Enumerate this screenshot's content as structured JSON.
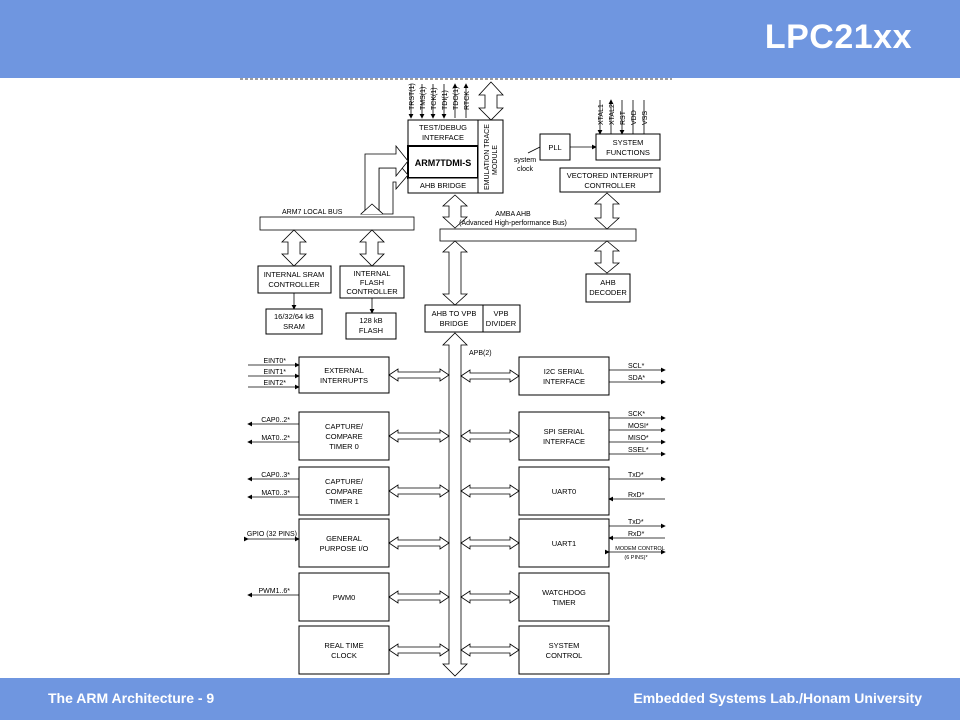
{
  "slide": {
    "title": "LPC21xx",
    "footer_left": "The ARM Architecture - 9",
    "footer_right": "Embedded Systems Lab./Honam University"
  },
  "diagram": {
    "jtag_pins": [
      "TRST(1)",
      "TMS(1)",
      "TCK(1)",
      "TDI(1)",
      "TDO(1)",
      "RTCK"
    ],
    "sys_pins": [
      "XTAL1",
      "XTAL2",
      "RST",
      "VDD",
      "VSS"
    ],
    "test_debug": [
      "TEST/DEBUG",
      "INTERFACE"
    ],
    "cpu": "ARM7TDMI-S",
    "ahb_bridge": "AHB BRIDGE",
    "etm": [
      "EMULATION TRACE",
      "MODULE"
    ],
    "pll": "PLL",
    "system_clock": [
      "system",
      "clock"
    ],
    "system_functions": [
      "SYSTEM",
      "FUNCTIONS"
    ],
    "vic": [
      "VECTORED INTERRUPT",
      "CONTROLLER"
    ],
    "arm7_local_bus": "ARM7 LOCAL BUS",
    "amba_ahb": [
      "AMBA AHB",
      "(Advanced High-performance Bus)"
    ],
    "sram_ctrl": [
      "INTERNAL SRAM",
      "CONTROLLER"
    ],
    "flash_ctrl": [
      "INTERNAL",
      "FLASH",
      "CONTROLLER"
    ],
    "ahb_decoder": [
      "AHB",
      "DECODER"
    ],
    "sram": [
      "16/32/64 kB",
      "SRAM"
    ],
    "flash": [
      "128 kB",
      "FLASH"
    ],
    "ahb_vpb_bridge": [
      "AHB TO VPB",
      "BRIDGE"
    ],
    "vpb_divider": [
      "VPB",
      "DIVIDER"
    ],
    "apb": "APB(2)",
    "left_blocks": [
      {
        "label": [
          "EXTERNAL",
          "INTERRUPTS"
        ],
        "pins": [
          "EINT0*",
          "EINT1*",
          "EINT2*"
        ]
      },
      {
        "label": [
          "CAPTURE/",
          "COMPARE",
          "TIMER 0"
        ],
        "pins": [
          "CAP0..2*",
          "MAT0..2*"
        ]
      },
      {
        "label": [
          "CAPTURE/",
          "COMPARE",
          "TIMER 1"
        ],
        "pins": [
          "CAP0..3*",
          "MAT0..3*"
        ]
      },
      {
        "label": [
          "GENERAL",
          "PURPOSE I/O"
        ],
        "pins": [
          "GPIO (32 PINS)"
        ]
      },
      {
        "label": [
          "PWM0"
        ],
        "pins": [
          "PWM1..6*"
        ]
      },
      {
        "label": [
          "REAL TIME",
          "CLOCK"
        ],
        "pins": []
      }
    ],
    "right_blocks": [
      {
        "label": [
          "I2C SERIAL",
          "INTERFACE"
        ],
        "pins": [
          "SCL*",
          "SDA*"
        ]
      },
      {
        "label": [
          "SPI SERIAL",
          "INTERFACE"
        ],
        "pins": [
          "SCK*",
          "MOSI*",
          "MISO*",
          "SSEL*"
        ]
      },
      {
        "label": [
          "UART0"
        ],
        "pins": [
          "TxD*",
          "RxD*"
        ]
      },
      {
        "label": [
          "UART1"
        ],
        "pins": [
          "TxD*",
          "RxD*",
          "MODEM CONTROL",
          "(6 PINS)*"
        ]
      },
      {
        "label": [
          "WATCHDOG",
          "TIMER"
        ],
        "pins": []
      },
      {
        "label": [
          "SYSTEM",
          "CONTROL"
        ],
        "pins": []
      }
    ]
  }
}
